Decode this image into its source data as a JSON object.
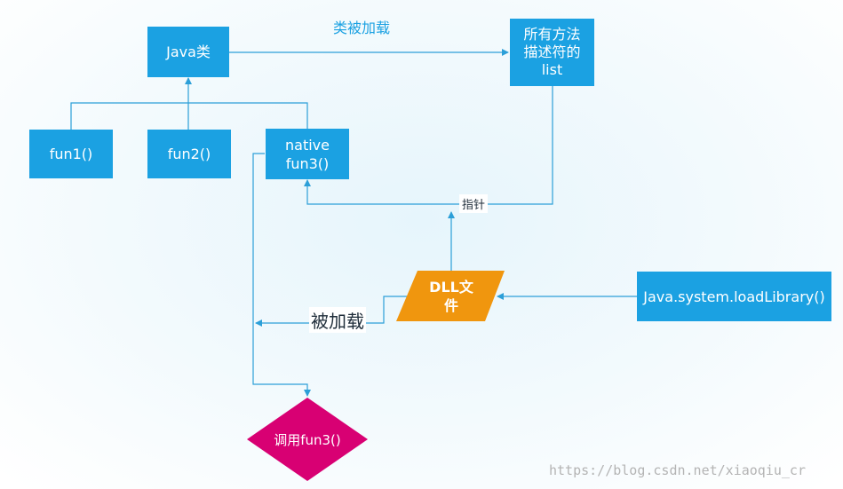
{
  "diagram": {
    "title_label": "类被加载",
    "nodes": {
      "java_class": "Java类",
      "method_list": "所有方法\n描述符的\nlist",
      "fun1": "fun1()",
      "fun2": "fun2()",
      "native_fun3": "native\nfun3()",
      "dll_file": "DLL文\n件",
      "load_library": "Java.system.loadLibrary()",
      "call_fun3": "调用fun3()"
    },
    "edge_labels": {
      "pointer": "指针",
      "loaded": "被加载"
    },
    "watermark": "https://blog.csdn.net/xiaoqiu_cr"
  },
  "colors": {
    "node_blue": "#1ba1e2",
    "line": "#2c9fd8",
    "dll_orange": "#f0960e",
    "call_magenta": "#d80073",
    "text_dark": "#1f2d3a"
  }
}
